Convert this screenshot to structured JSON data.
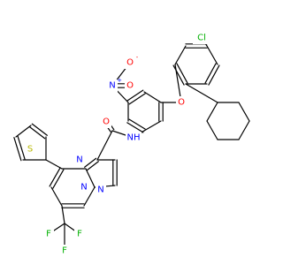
{
  "colors": {
    "carbon_bond": "#000000",
    "nitrogen": "#0000FF",
    "oxygen": "#FF0000",
    "sulfur": "#B8B800",
    "chlorine": "#00B000",
    "fluorine": "#00B000"
  },
  "labels": {
    "cl": "Cl",
    "o_nitro_top": "O",
    "o_nitro_top_charge": "-",
    "n_nitro": "N",
    "n_nitro_charge": "+",
    "o_nitro_bottom": "O",
    "o_ether": "O",
    "o_amide": "O",
    "nh": "NH",
    "s_thiophene": "S",
    "n_pyrimidine": "N",
    "n_pyrazole_1": "N",
    "n_pyrazole_2": "N",
    "f_left": "F",
    "f_right": "F",
    "f_bottom": "F"
  }
}
